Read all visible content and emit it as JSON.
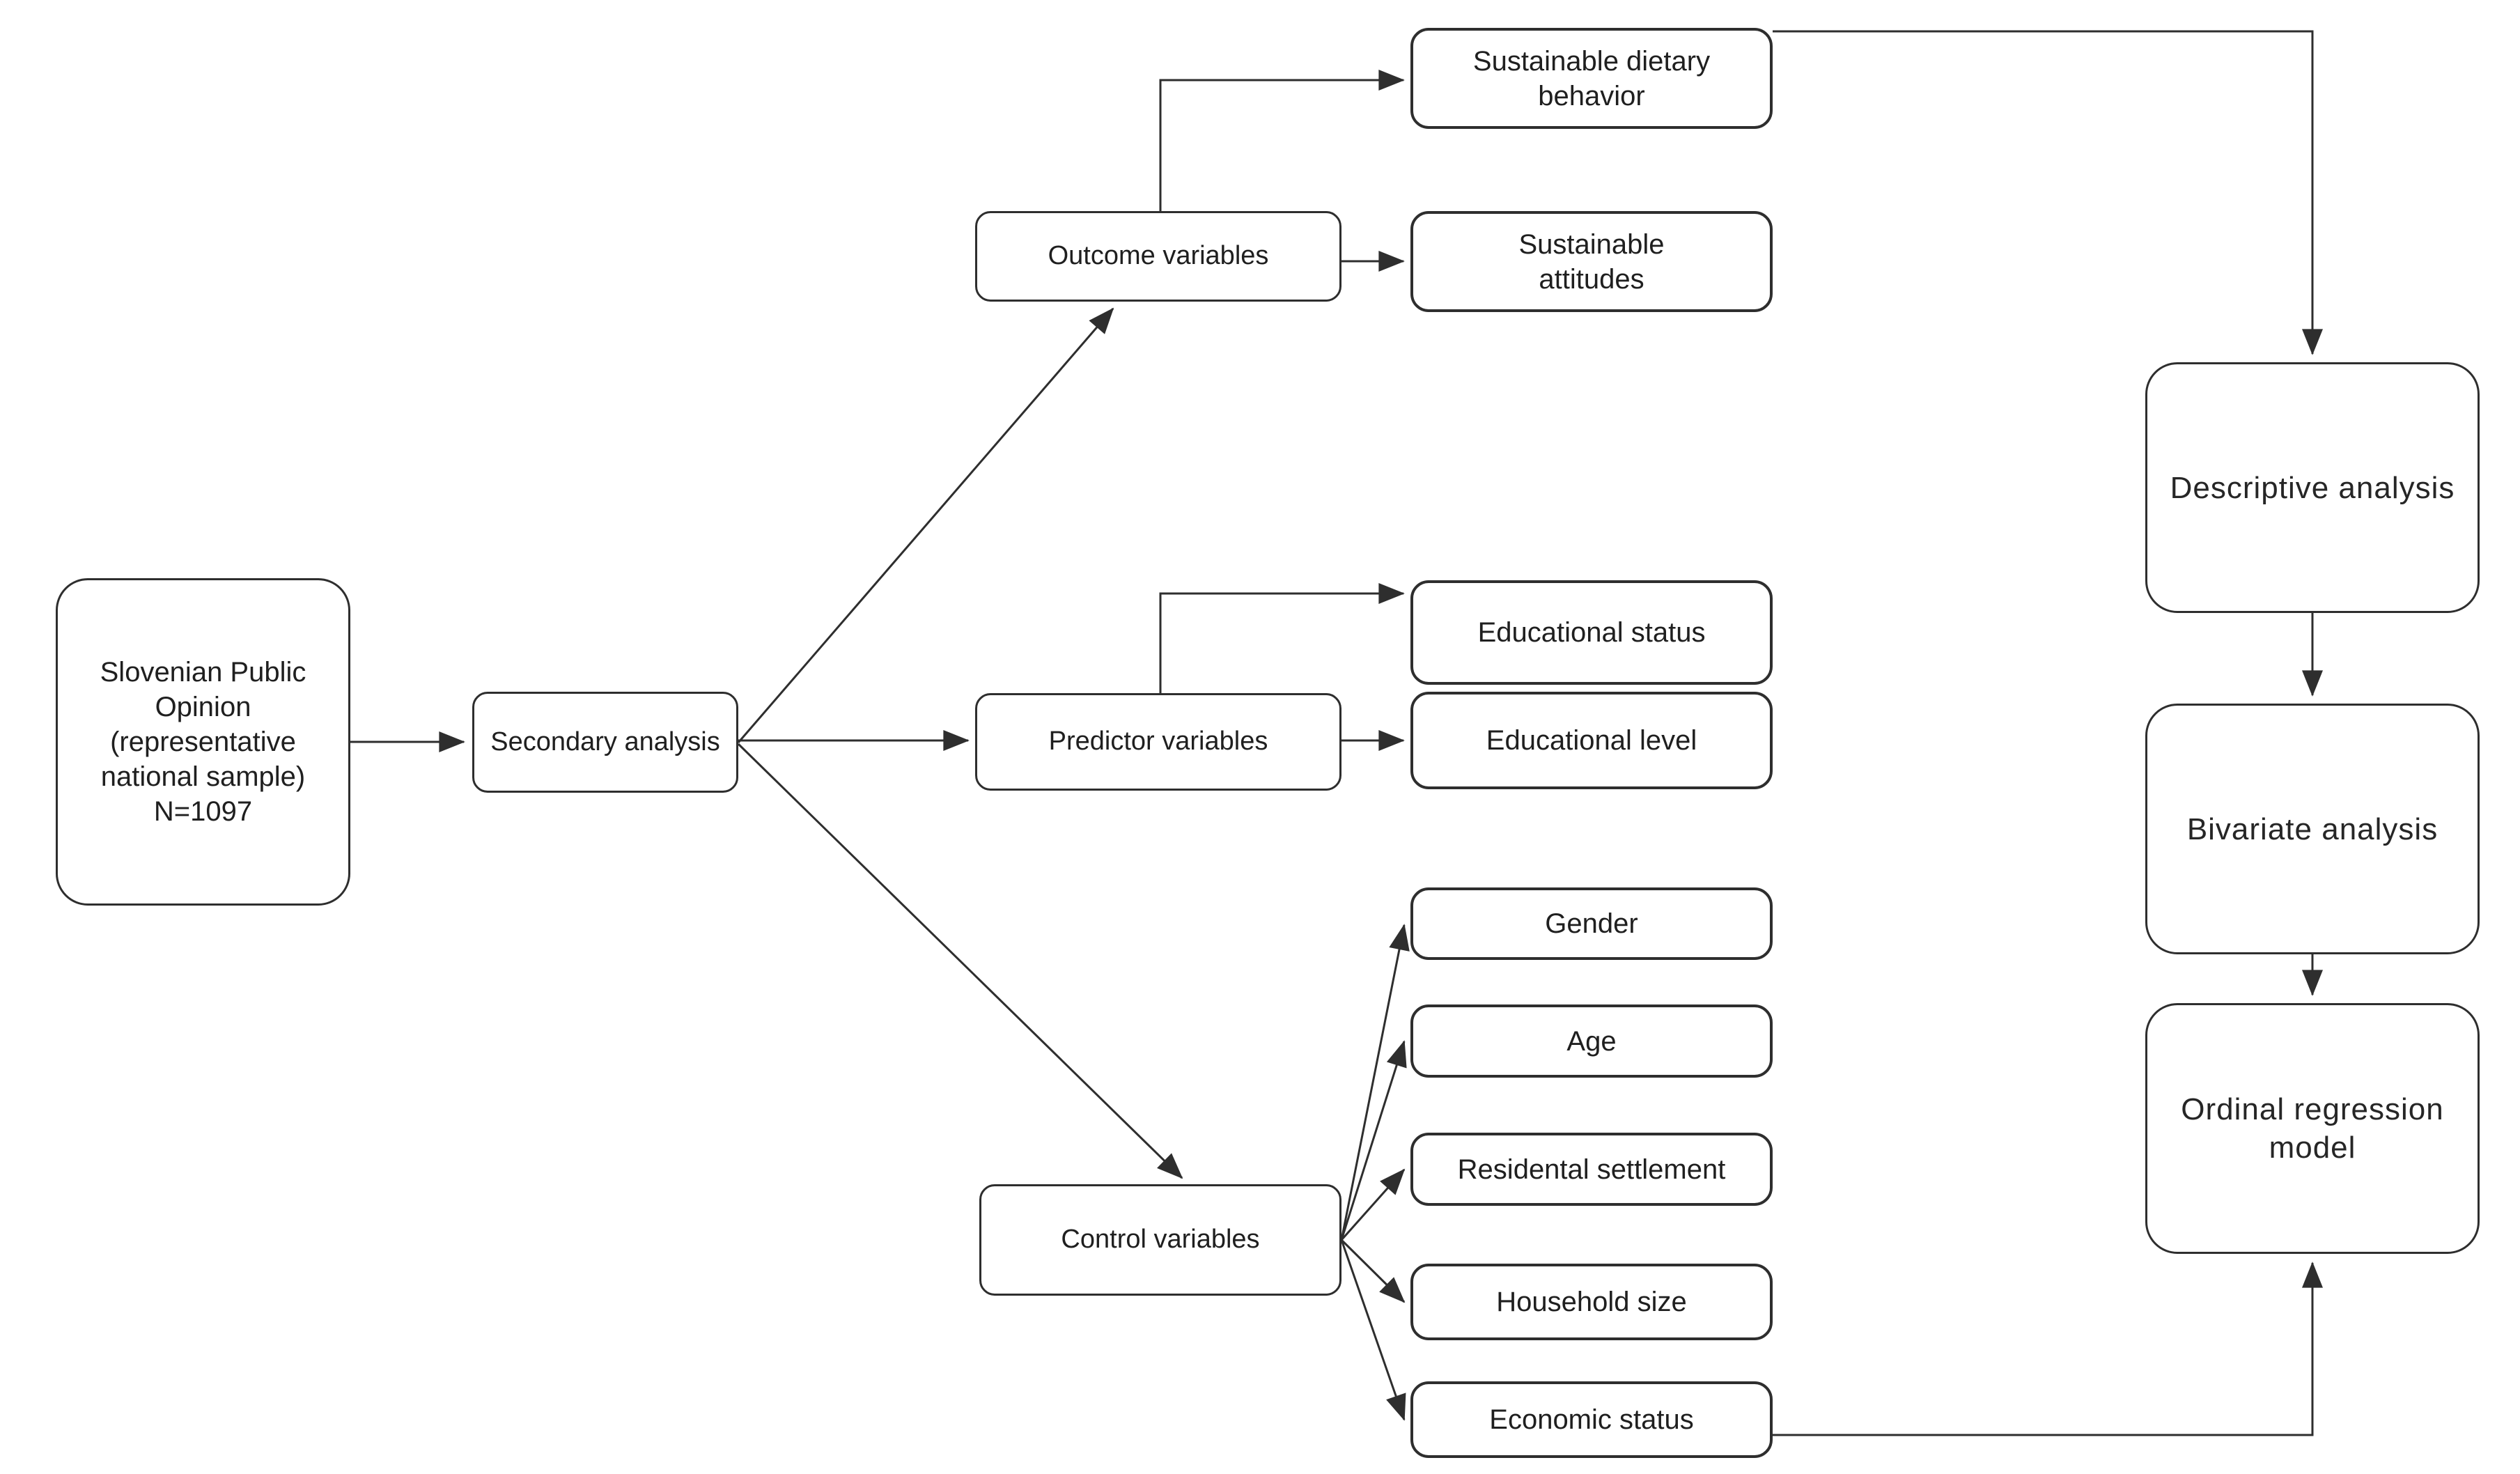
{
  "diagram": {
    "background": "#ffffff",
    "node_fill": "#ffffff",
    "stroke_color": "#2e2e2e",
    "text_color": "#1f1f1f",
    "nodes": {
      "source": "Slovenian Public\nOpinion\n(representative\nnational sample)\nN=1097",
      "secondary": "Secondary analysis",
      "outcome": "Outcome variables",
      "dietary": "Sustainable dietary\nbehavior",
      "attitudes": "Sustainable\nattitudes",
      "edu_status": "Educational status",
      "predictor": "Predictor variables",
      "edu_level": "Educational level",
      "control": "Control variables",
      "gender": "Gender",
      "age": "Age",
      "residental": "Residental settlement",
      "household": "Household size",
      "economic": "Economic status",
      "descriptive": "Descriptive analysis",
      "bivariate": "Bivariate analysis",
      "ordinal": "Ordinal regression\nmodel"
    },
    "edges": [
      {
        "from": "source",
        "to": "secondary"
      },
      {
        "from": "secondary",
        "to": "outcome"
      },
      {
        "from": "secondary",
        "to": "predictor"
      },
      {
        "from": "secondary",
        "to": "control"
      },
      {
        "from": "outcome",
        "to": "dietary"
      },
      {
        "from": "outcome",
        "to": "attitudes"
      },
      {
        "from": "predictor",
        "to": "edu_status"
      },
      {
        "from": "predictor",
        "to": "edu_level"
      },
      {
        "from": "control",
        "to": "gender"
      },
      {
        "from": "control",
        "to": "age"
      },
      {
        "from": "control",
        "to": "residental"
      },
      {
        "from": "control",
        "to": "household"
      },
      {
        "from": "control",
        "to": "economic"
      },
      {
        "from": "dietary",
        "to": "descriptive"
      },
      {
        "from": "descriptive",
        "to": "bivariate"
      },
      {
        "from": "bivariate",
        "to": "ordinal"
      },
      {
        "from": "economic",
        "to": "ordinal"
      }
    ]
  }
}
